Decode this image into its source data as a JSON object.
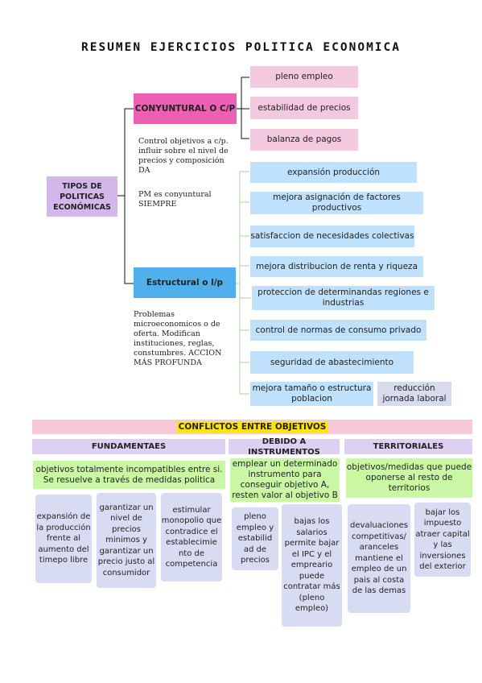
{
  "title": "RESUMEN EJERCICIOS POLITICA ECONOMICA",
  "root": "TIPOS DE POLITICAS ECONÓMICAS",
  "coyuntural": {
    "label": "CONYUNTURAL O C/P",
    "items": [
      "pleno empleo",
      "estabilidad de precios",
      "balanza de pagos"
    ],
    "note1": "Control objetivos a c/p. influir sobre el nivel de precios y composición DA",
    "note2": "PM es conyuntural SIEMPRE"
  },
  "estructural": {
    "label": "Estructural o l/p",
    "items": [
      "expansión producción",
      "mejora asignación de factores productivos",
      "satisfaccion de necesidades colectivas",
      "mejora distribucion de renta y riqueza",
      "proteccion de determinandas regiones e industrias",
      "control de normas de consumo privado",
      "seguridad de abastecimiento",
      "mejora tamaño o estructura poblacion"
    ],
    "extra": "reducción jornada laboral",
    "note": "Problemas microeconomicos o de oferta. Modifican instituciones, reglas, constumbres. ACCION MÁS PROFUNDA"
  },
  "conflictos": {
    "title": "CONFLICTOS ENTRE OBJETIVOS",
    "fundamentales": {
      "head": "FUNDAMENTAES",
      "desc": "objetivos totalmente incompatibles entre si. Se resuelve a través de medidas politica",
      "cards": [
        "expansión de la producción frente al aumento del timepo libre",
        "garantizar un nivel de precios minimos y garantizar un precio justo al consumidor",
        "estimular monopolio que contradice el establecimie nto de competencia"
      ]
    },
    "instrumentos": {
      "head": "DEBIDO A INSTRUMENTOS",
      "desc": "emplear un determinado instrumento para conseguir objetivo A, resten valor al objetivo B",
      "cards": [
        "pleno empleo y estabilid ad de precios",
        "bajas los salarios permite bajar el IPC y el empreario puede contratar más (pleno empleo)"
      ]
    },
    "territoriales": {
      "head": "TERRITORIALES",
      "desc": "objetivos/medidas que puede oponerse al resto de territorios",
      "cards": [
        "devaluaciones competitivas/ aranceles mantiene el empleo de un pais al costa de las demas",
        "bajar los impuesto atraer capital y las inversiones del exterior"
      ]
    }
  },
  "colors": {
    "pink": "#f2c9df",
    "hotpink": "#ec5fb2",
    "lilac": "#d4b7ea",
    "blue": "#bfe1fb",
    "dblue": "#4fb0ec",
    "green": "#c9f7a4",
    "band": "#f7c9d8",
    "yellow": "#ffe600"
  }
}
